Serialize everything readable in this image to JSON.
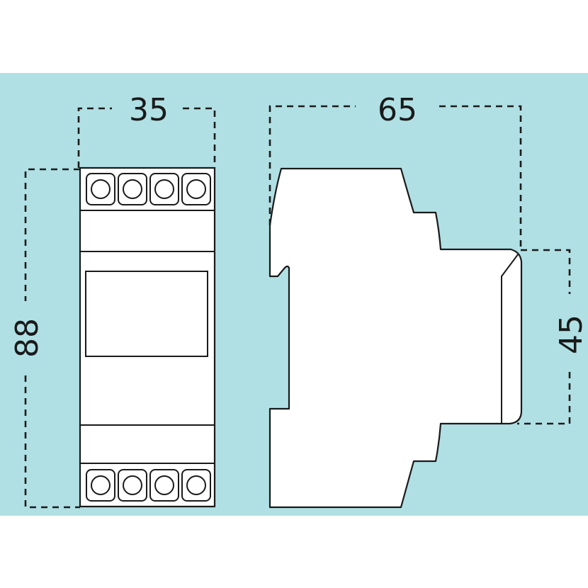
{
  "colors": {
    "background": "#b0e0e4",
    "outline": "#1a1a1a",
    "fill": "#ffffff"
  },
  "dimensions": {
    "front_width": "35",
    "front_height": "88",
    "side_depth": "65",
    "side_step_height": "45"
  }
}
